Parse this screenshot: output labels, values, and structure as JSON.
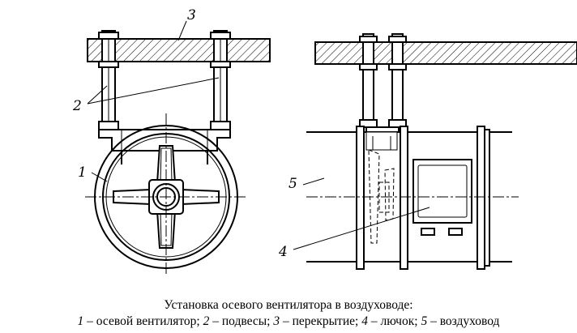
{
  "labels": {
    "fan": "1",
    "hangers": "2",
    "ceiling": "3",
    "hatch": "4",
    "duct": "5"
  },
  "caption": {
    "line1": "Установка осевого вентилятора в воздуховоде:",
    "n1": "1",
    "t1": " – осевой вентилятор; ",
    "n2": "2",
    "t2": " – подвесы; ",
    "n3": "3",
    "t3": " – перекрытие; ",
    "n4": "4",
    "t4": " – лючок; ",
    "n5": "5",
    "t5": " – воздуховод"
  }
}
